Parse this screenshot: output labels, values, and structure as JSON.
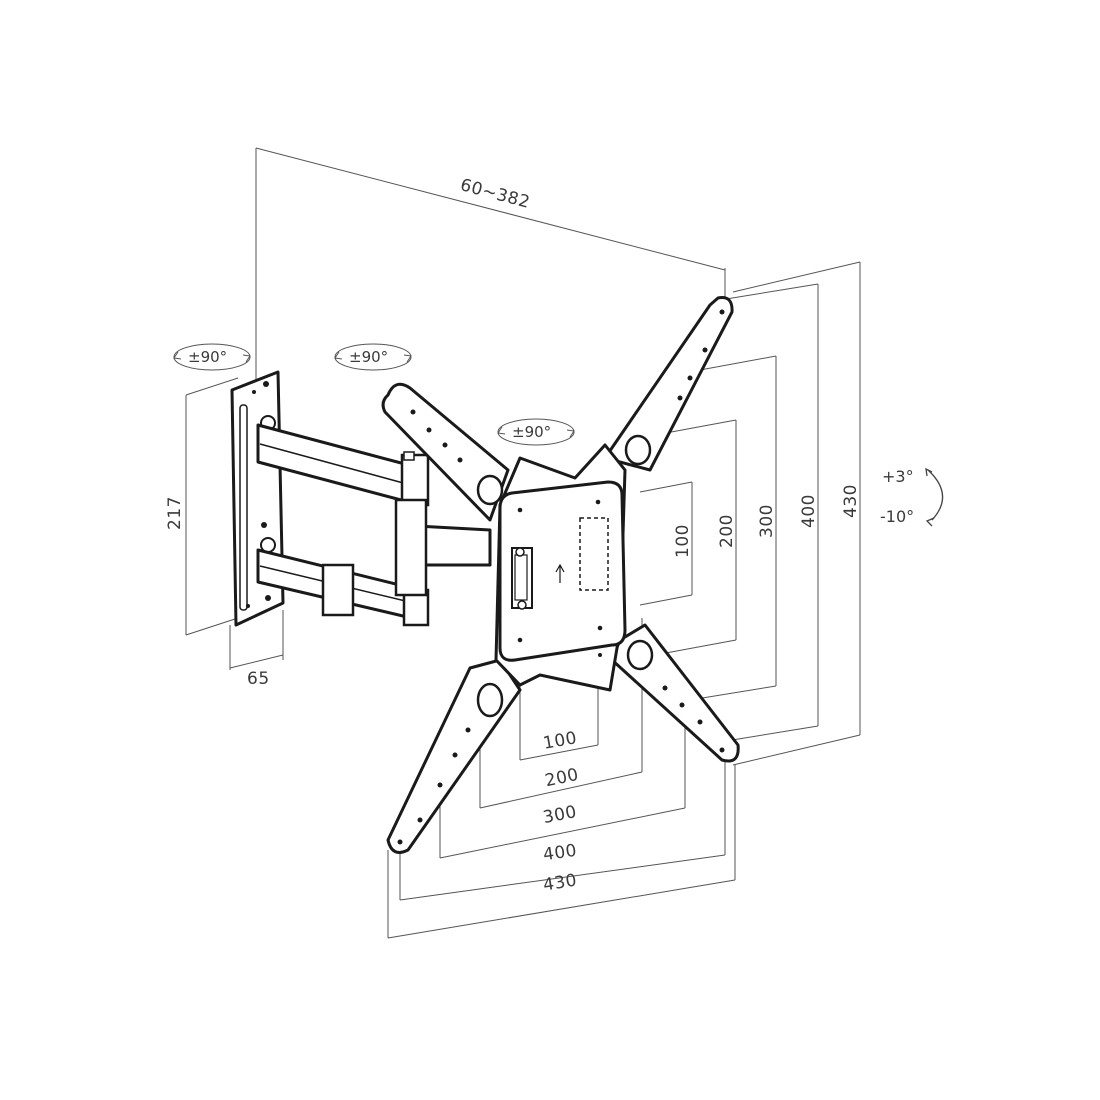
{
  "dimensions": {
    "arm_extension": "60~382",
    "wall_plate_height": "217",
    "wall_plate_depth": "65",
    "vesa_h_100": "100",
    "vesa_h_200": "200",
    "vesa_h_300": "300",
    "vesa_h_400": "400",
    "vesa_h_430": "430",
    "vesa_v_100": "100",
    "vesa_v_200": "200",
    "vesa_v_300": "300",
    "vesa_v_400": "400",
    "vesa_v_430": "430"
  },
  "rotation": {
    "wall_swivel": "±90°",
    "arm_swivel": "±90°",
    "plate_rotation": "±90°"
  },
  "tilt": {
    "up": "+3°",
    "down": "-10°"
  }
}
